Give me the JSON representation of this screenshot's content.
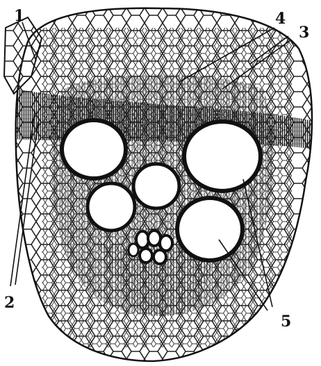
{
  "figure": {
    "labels": {
      "l1": "1",
      "l2": "2",
      "l3": "3",
      "l4": "4",
      "l5": "5"
    },
    "ink_color": "#1a1a1a",
    "paper_color": "#ffffff"
  }
}
